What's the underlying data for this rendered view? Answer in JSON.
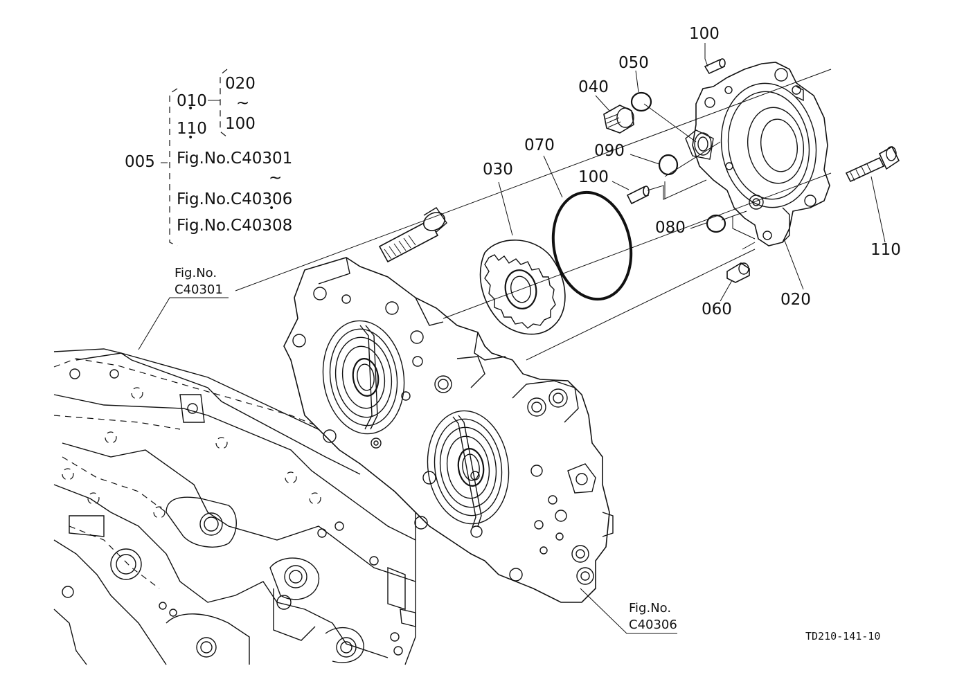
{
  "diagram": {
    "drawing_number": "TD210-141-10",
    "callouts": {
      "c100_top": "100",
      "c050": "050",
      "c040": "040",
      "c070": "070",
      "c090": "090",
      "c030": "030",
      "c100_mid": "100",
      "c080": "080",
      "c110": "110",
      "c060": "060",
      "c020": "020"
    },
    "assembly_tree": {
      "root": "005",
      "item_010": "010",
      "item_110": "110",
      "range_start": "020",
      "range_tilde": "~",
      "range_end": "100",
      "fig_a": "Fig.No.C40301",
      "fig_tilde": "~",
      "fig_b": "Fig.No.C40306",
      "fig_c": "Fig.No.C40308",
      "dot": "•"
    },
    "figure_refs": {
      "left_line1": "Fig.No.",
      "left_line2": "C40301",
      "right_line1": "Fig.No.",
      "right_line2": "C40306"
    }
  }
}
